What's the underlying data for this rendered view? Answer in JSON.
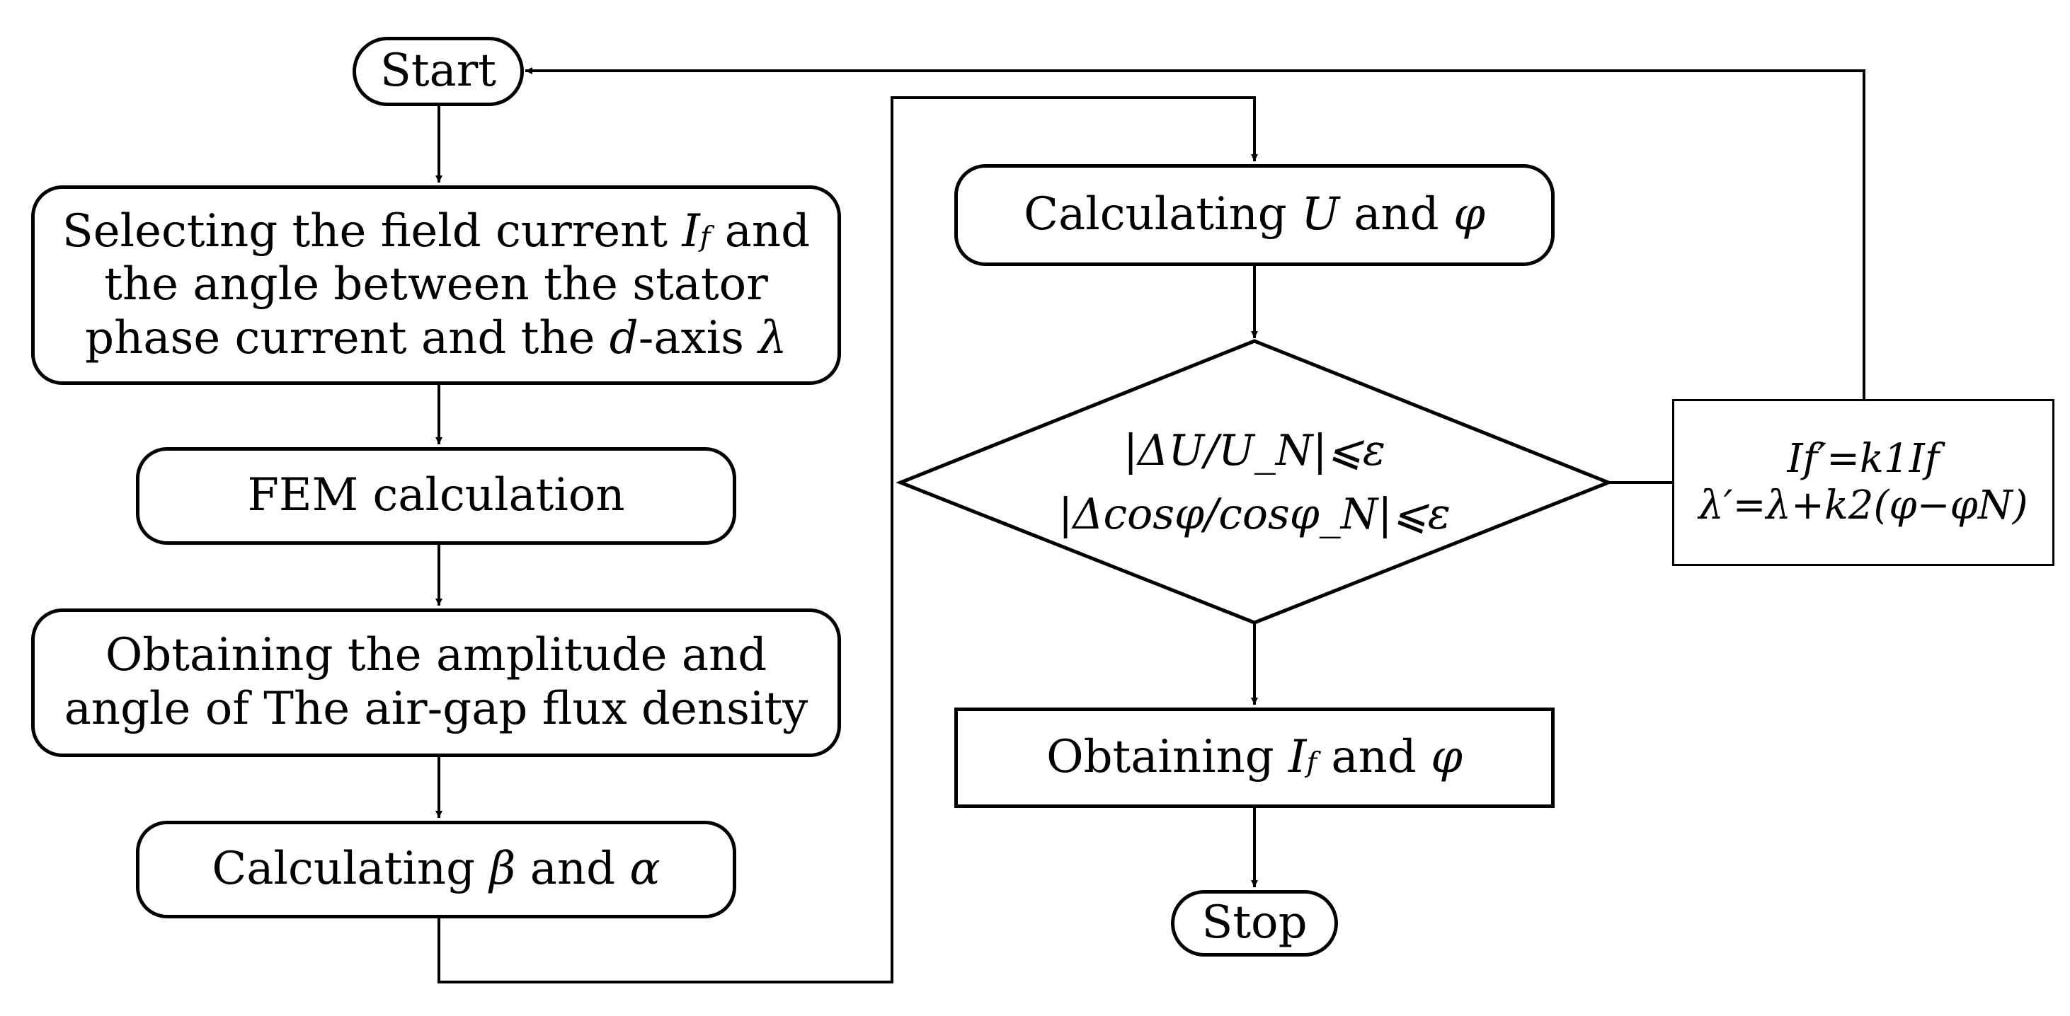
{
  "nodes": {
    "start": "Start",
    "select": {
      "line1": "Selecting the field current ",
      "line1_var": "I",
      "line1_sub": "f",
      "line1_tail": " and",
      "line2": "the angle between the stator",
      "line3": "phase current and the ",
      "line3_var": "d",
      "line3_mid": "-axis ",
      "line3_sym": "λ"
    },
    "fem": "FEM calculation",
    "obtain_flux": {
      "line1": "Obtaining the amplitude and",
      "line2": "angle of The air-gap flux density"
    },
    "calc_beta": {
      "prefix": "Calculating ",
      "sym1": "β",
      "mid": " and ",
      "sym2": "α"
    },
    "calc_u": {
      "prefix": "Calculating ",
      "sym1": "U",
      "mid": " and ",
      "sym2": "φ"
    },
    "decision": {
      "line1": "|ΔU/U_N|⩽ε",
      "line2": "|Δcosφ/cosφ_N|⩽ε"
    },
    "update": {
      "line1": "If′=k1If",
      "line2": "λ′=λ+k2(φ−φN)"
    },
    "obtain_if": {
      "prefix": "Obtaining ",
      "var": "I",
      "sub": "f",
      "mid": " and ",
      "sym": "φ"
    },
    "stop": "Stop"
  }
}
